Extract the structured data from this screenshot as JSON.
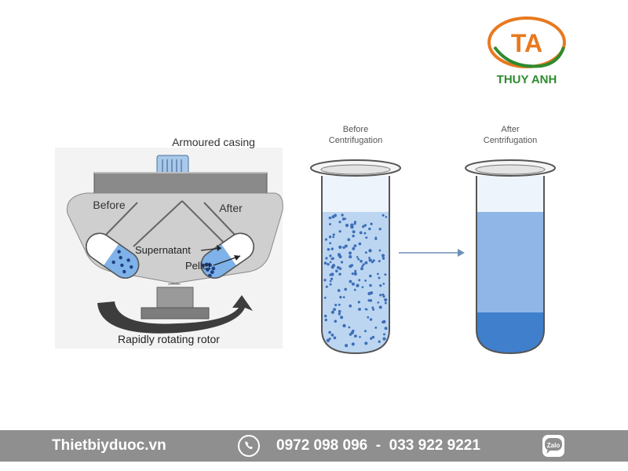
{
  "brand": {
    "monogram": "TA",
    "name": "THUY ANH",
    "colors": {
      "orange": "#e8791f",
      "green": "#2e8b2e"
    }
  },
  "centrifuge": {
    "casing_label": "Armoured casing",
    "before_label": "Before",
    "after_label": "After",
    "supernatant_label": "Supernatant",
    "pellet_label": "Pellet",
    "rotor_label": "Rapidly rotating rotor"
  },
  "tubes": {
    "before_label_line1": "Before",
    "before_label_line2": "Centrifugation",
    "after_label_line1": "After",
    "after_label_line2": "Centrifugation"
  },
  "footer": {
    "website": "Thietbiyduoc.vn",
    "phones": "0972 098 096  -  033 922 9221",
    "zalo_label": "Zalo",
    "background": "#8f8f8f"
  },
  "icons": [
    "phone-icon",
    "zalo-icon",
    "arrow-right-icon",
    "rotation-arrow-icon"
  ]
}
